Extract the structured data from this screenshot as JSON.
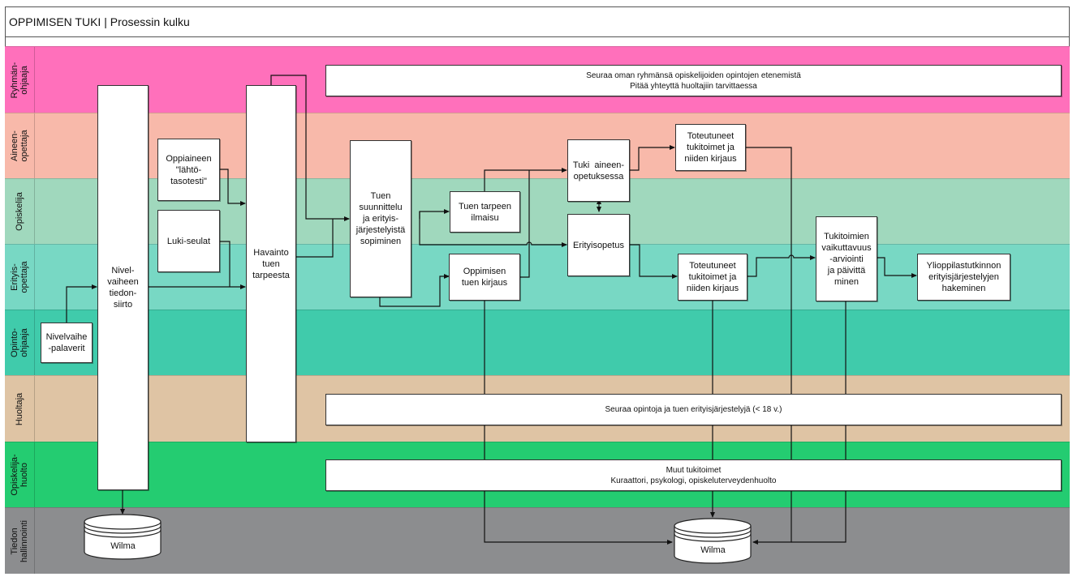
{
  "title": "OPPIMISEN TUKI | Prosessin kulku",
  "lanes": [
    {
      "label": "Ryhmän-\nohjaaja",
      "color": "#ff70bb"
    },
    {
      "label": "Aineen-\nopettaja",
      "color": "#f8b9aa"
    },
    {
      "label": "Opiskelija",
      "color": "#a0d8bd"
    },
    {
      "label": "Erityis-\nopettaja",
      "color": "#78d8c4"
    },
    {
      "label": "Opinto-\nohjaaja",
      "color": "#40cbab"
    },
    {
      "label": "Huoltaja",
      "color": "#dfc4a4"
    },
    {
      "label": "Opiskelija-\nhuolto",
      "color": "#24cc71"
    },
    {
      "label": "Tiedon\nhallinnointi",
      "color": "#8c8d8f"
    }
  ],
  "boxes": {
    "nivelvaihe_palaverit": "Nivelvaihe\n-palaverit",
    "nivelvaiheen_tiedonsiirto": "Nivel-\nvaiheen\ntiedon-\nsiirto",
    "oppiaineen_lahtotasotesti": "Oppiaineen\n\"lähtö-\ntasotesti\"",
    "luki_seulat": "Luki-seulat",
    "havainto_tuen_tarpeesta": "Havainto\ntuen\ntarpeesta",
    "tuen_suunnittelu": "Tuen\nsuunnittelu\nja erityis-\njärjestelyistä\nsopiminen",
    "tuen_tarpeen_ilmaisu": "Tuen tarpeen\nilmaisu",
    "oppimisen_tuen_kirjaus": "Oppimisen\ntuen kirjaus",
    "tuki_aineenopetuksessa": "Tuki  aineen-\nopetuksessa",
    "erityisopetus": "Erityisopetus",
    "toteutuneet_aineenopettaja": "Toteutuneet\ntukitoimet ja\nniiden kirjaus",
    "toteutuneet_erityisopettaja": "Toteutuneet\ntukitoimet ja\nniiden kirjaus",
    "tukitoimien_arviointi": "Tukitoimien\nvaikuttavuus\n-arviointi\nja päivittä\nminen",
    "ylioppilastutkinnon": "Ylioppilastutkinnon\nerityisjärjestelyjen\nhakeminen",
    "ryhmanohjaaja_tehtava": "Seuraa oman ryhmänsä opiskelijoiden opintojen etenemistä\nPitää yhteyttä huoltajiin tarvittaessa",
    "huoltaja_tehtava": "Seuraa opintoja ja tuen erityisjärjestelyjä (< 18 v.)",
    "opiskelijahuolto_tehtava": "Muut tukitoimet\nKuraattori, psykologi, opiskeluterveydenhuolto"
  },
  "databases": {
    "wilma_left": "Wilma",
    "wilma_right": "Wilma"
  }
}
